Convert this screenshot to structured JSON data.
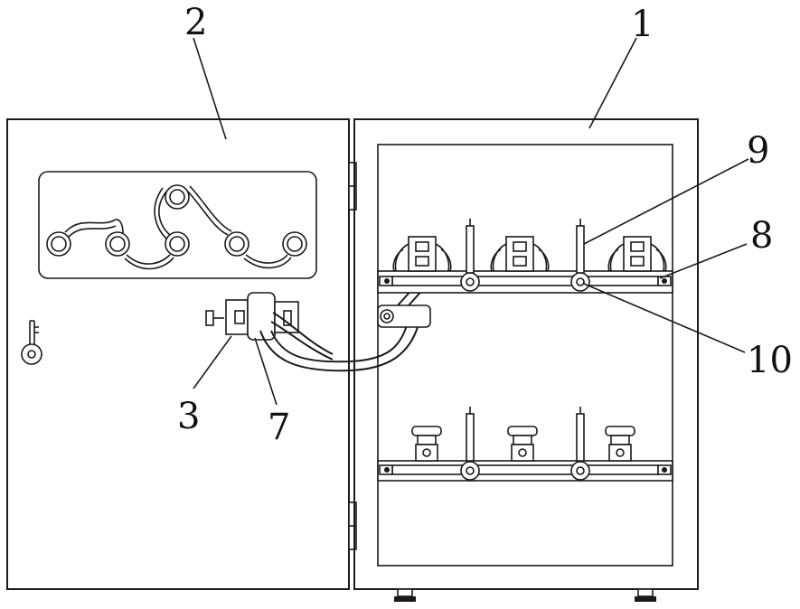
{
  "labels": {
    "cabinet_body": "1",
    "cabinet_door": "2",
    "clamp_knob": "3",
    "clamp_block": "7",
    "rod": "9",
    "rail": "8",
    "pivot": "10"
  },
  "colors": {
    "line": "#1a1a1a",
    "background": "#ffffff"
  }
}
